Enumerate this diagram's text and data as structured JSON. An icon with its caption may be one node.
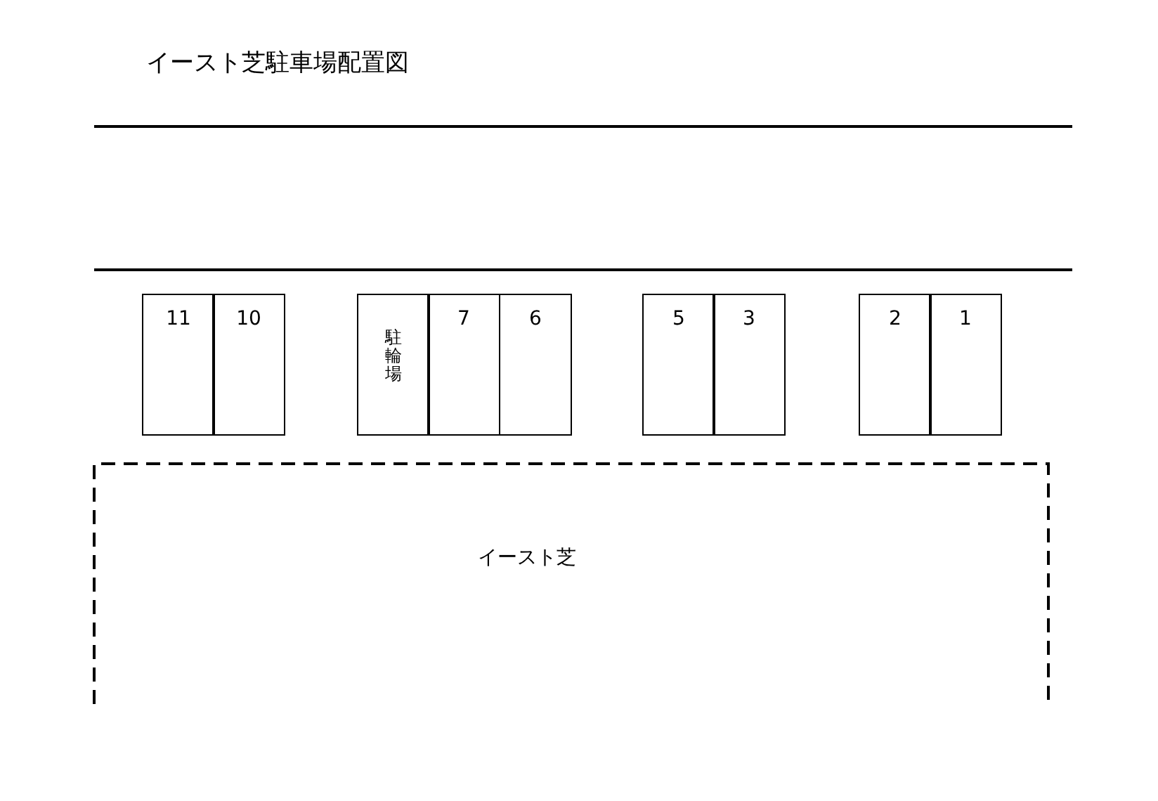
{
  "diagram": {
    "title": "イースト芝駐車場配置図",
    "nodes": [
      {
        "text": [
          "11"
        ]
      },
      {
        "text": [
          "10"
        ]
      },
      {
        "text": [
          "駐輪場"
        ]
      },
      {
        "text": [
          "7"
        ]
      },
      {
        "text": [
          "6"
        ]
      },
      {
        "text": [
          "5"
        ]
      },
      {
        "text": [
          "3"
        ]
      },
      {
        "text": [
          "2"
        ]
      },
      {
        "text": [
          "1"
        ]
      },
      {
        "text": [
          "イースト芝"
        ]
      }
    ]
  }
}
